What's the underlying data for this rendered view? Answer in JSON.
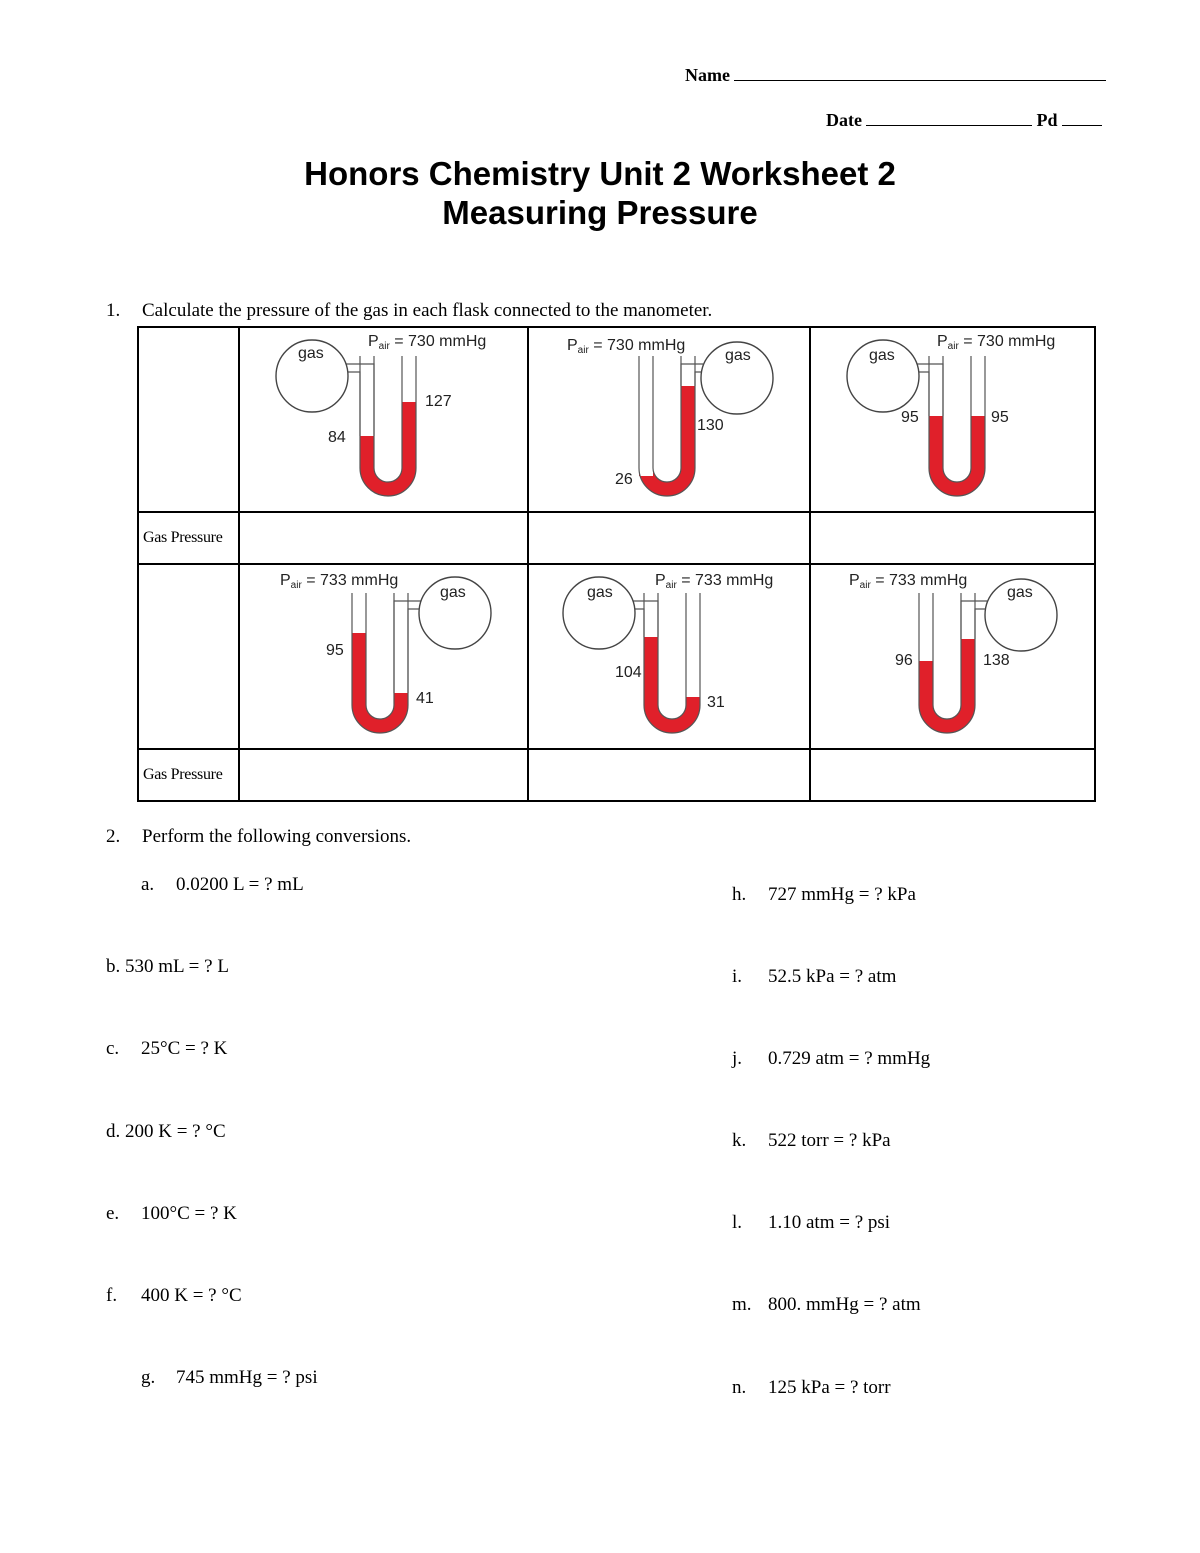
{
  "header": {
    "name_label": "Name",
    "date_label": "Date",
    "pd_label": "Pd"
  },
  "title": {
    "line1": "Honors Chemistry Unit 2 Worksheet 2",
    "line2": "Measuring Pressure"
  },
  "question1": {
    "number": "1.",
    "text": "Calculate the pressure of the gas in each flask connected to the manometer.",
    "row_label": "Gas Pressure",
    "gas_label": "gas",
    "manometers": [
      {
        "pair": "730 mmHg",
        "left": "84",
        "right": "127"
      },
      {
        "pair": "730 mmHg",
        "left": "26",
        "right": "130"
      },
      {
        "pair": "730 mmHg",
        "left": "95",
        "right": "95"
      },
      {
        "pair": "733 mmHg",
        "left": "95",
        "right": "41"
      },
      {
        "pair": "733 mmHg",
        "left": "104",
        "right": "31"
      },
      {
        "pair": "733 mmHg",
        "left": "96",
        "right": "138"
      }
    ],
    "pair_prefix": "P",
    "pair_sub": "air",
    "mercury_color": "#e0202a"
  },
  "question2": {
    "number": "2.",
    "text": "Perform the following conversions.",
    "left": [
      {
        "letter": "a.",
        "text": "0.0200 L = ? mL"
      },
      {
        "letter": "b.",
        "text": "530 mL = ? L"
      },
      {
        "letter": "c.",
        "text": "25°C = ? K"
      },
      {
        "letter": "d.",
        "text": "200 K = ? °C"
      },
      {
        "letter": "e.",
        "text": "100°C = ? K"
      },
      {
        "letter": "f.",
        "text": "400 K = ? °C"
      },
      {
        "letter": "g.",
        "text": "745 mmHg = ? psi"
      }
    ],
    "right": [
      {
        "letter": "h.",
        "text": "727 mmHg = ? kPa"
      },
      {
        "letter": "i.",
        "text": "52.5 kPa = ? atm"
      },
      {
        "letter": "j.",
        "text": "0.729 atm = ? mmHg"
      },
      {
        "letter": "k.",
        "text": "522 torr = ? kPa"
      },
      {
        "letter": "l.",
        "text": "1.10 atm = ? psi"
      },
      {
        "letter": "m.",
        "text": "800. mmHg = ? atm"
      },
      {
        "letter": "n.",
        "text": "125 kPa = ? torr"
      }
    ]
  }
}
